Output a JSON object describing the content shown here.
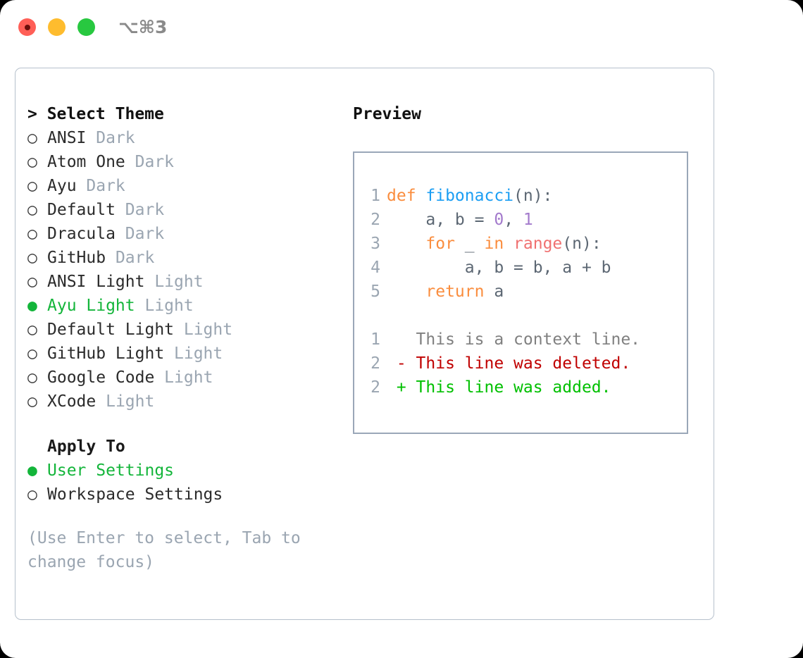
{
  "titlebar": {
    "shortcut": "⌥⌘3",
    "buttons": [
      {
        "name": "close",
        "color": "#ff5f57"
      },
      {
        "name": "minimize",
        "color": "#febc2e"
      },
      {
        "name": "maximize",
        "color": "#28c840"
      }
    ]
  },
  "theme_picker": {
    "header": "> Select Theme",
    "selected_marker": "●",
    "unselected_marker": "○",
    "accent_color": "#13b53a",
    "suffix_color": "#9aa5b1",
    "items": [
      {
        "marker": "○",
        "label": "ANSI",
        "suffix": "Dark",
        "selected": false
      },
      {
        "marker": "○",
        "label": "Atom One",
        "suffix": "Dark",
        "selected": false
      },
      {
        "marker": "○",
        "label": "Ayu",
        "suffix": "Dark",
        "selected": false
      },
      {
        "marker": "○",
        "label": "Default",
        "suffix": "Dark",
        "selected": false
      },
      {
        "marker": "○",
        "label": "Dracula",
        "suffix": "Dark",
        "selected": false
      },
      {
        "marker": "○",
        "label": "GitHub",
        "suffix": "Dark",
        "selected": false
      },
      {
        "marker": "○",
        "label": "ANSI Light",
        "suffix": "Light",
        "selected": false
      },
      {
        "marker": "●",
        "label": "Ayu Light",
        "suffix": "Light",
        "selected": true
      },
      {
        "marker": "○",
        "label": "Default Light",
        "suffix": "Light",
        "selected": false
      },
      {
        "marker": "○",
        "label": "GitHub Light",
        "suffix": "Light",
        "selected": false
      },
      {
        "marker": "○",
        "label": "Google Code",
        "suffix": "Light",
        "selected": false
      },
      {
        "marker": "○",
        "label": "XCode",
        "suffix": "Light",
        "selected": false
      }
    ]
  },
  "apply_to": {
    "header": "Apply To",
    "items": [
      {
        "marker": "●",
        "label": "User Settings",
        "selected": true
      },
      {
        "marker": "○",
        "label": "Workspace Settings",
        "selected": false
      }
    ]
  },
  "hint": "(Use Enter to select, Tab to change focus)",
  "preview": {
    "title": "Preview",
    "code_lines": [
      {
        "num": "1",
        "tokens": [
          {
            "t": "def ",
            "c": "t-kw"
          },
          {
            "t": "fibonacci",
            "c": "t-fn"
          },
          {
            "t": "(n):",
            "c": "t-punct"
          }
        ]
      },
      {
        "num": "2",
        "tokens": [
          {
            "t": "    a, b = ",
            "c": "t-var"
          },
          {
            "t": "0",
            "c": "t-num"
          },
          {
            "t": ", ",
            "c": "t-punct"
          },
          {
            "t": "1",
            "c": "t-num"
          }
        ]
      },
      {
        "num": "3",
        "tokens": [
          {
            "t": "    ",
            "c": "t-var"
          },
          {
            "t": "for",
            "c": "t-kw"
          },
          {
            "t": " _ ",
            "c": "t-var"
          },
          {
            "t": "in",
            "c": "t-kw"
          },
          {
            "t": " ",
            "c": "t-var"
          },
          {
            "t": "range",
            "c": "t-builtin"
          },
          {
            "t": "(n):",
            "c": "t-punct"
          }
        ]
      },
      {
        "num": "4",
        "tokens": [
          {
            "t": "        a, b = b, a + b",
            "c": "t-var"
          }
        ]
      },
      {
        "num": "5",
        "tokens": [
          {
            "t": "    ",
            "c": "t-var"
          },
          {
            "t": "return",
            "c": "t-kw"
          },
          {
            "t": " a",
            "c": "t-var"
          }
        ]
      }
    ],
    "diff_lines": [
      {
        "num": "1",
        "tokens": [
          {
            "t": "   This is a context line.",
            "c": "t-ctx"
          }
        ]
      },
      {
        "num": "2",
        "tokens": [
          {
            "t": " - This line was deleted.",
            "c": "t-del"
          }
        ]
      },
      {
        "num": "2",
        "tokens": [
          {
            "t": " + This line was added.",
            "c": "t-add"
          }
        ]
      }
    ]
  }
}
